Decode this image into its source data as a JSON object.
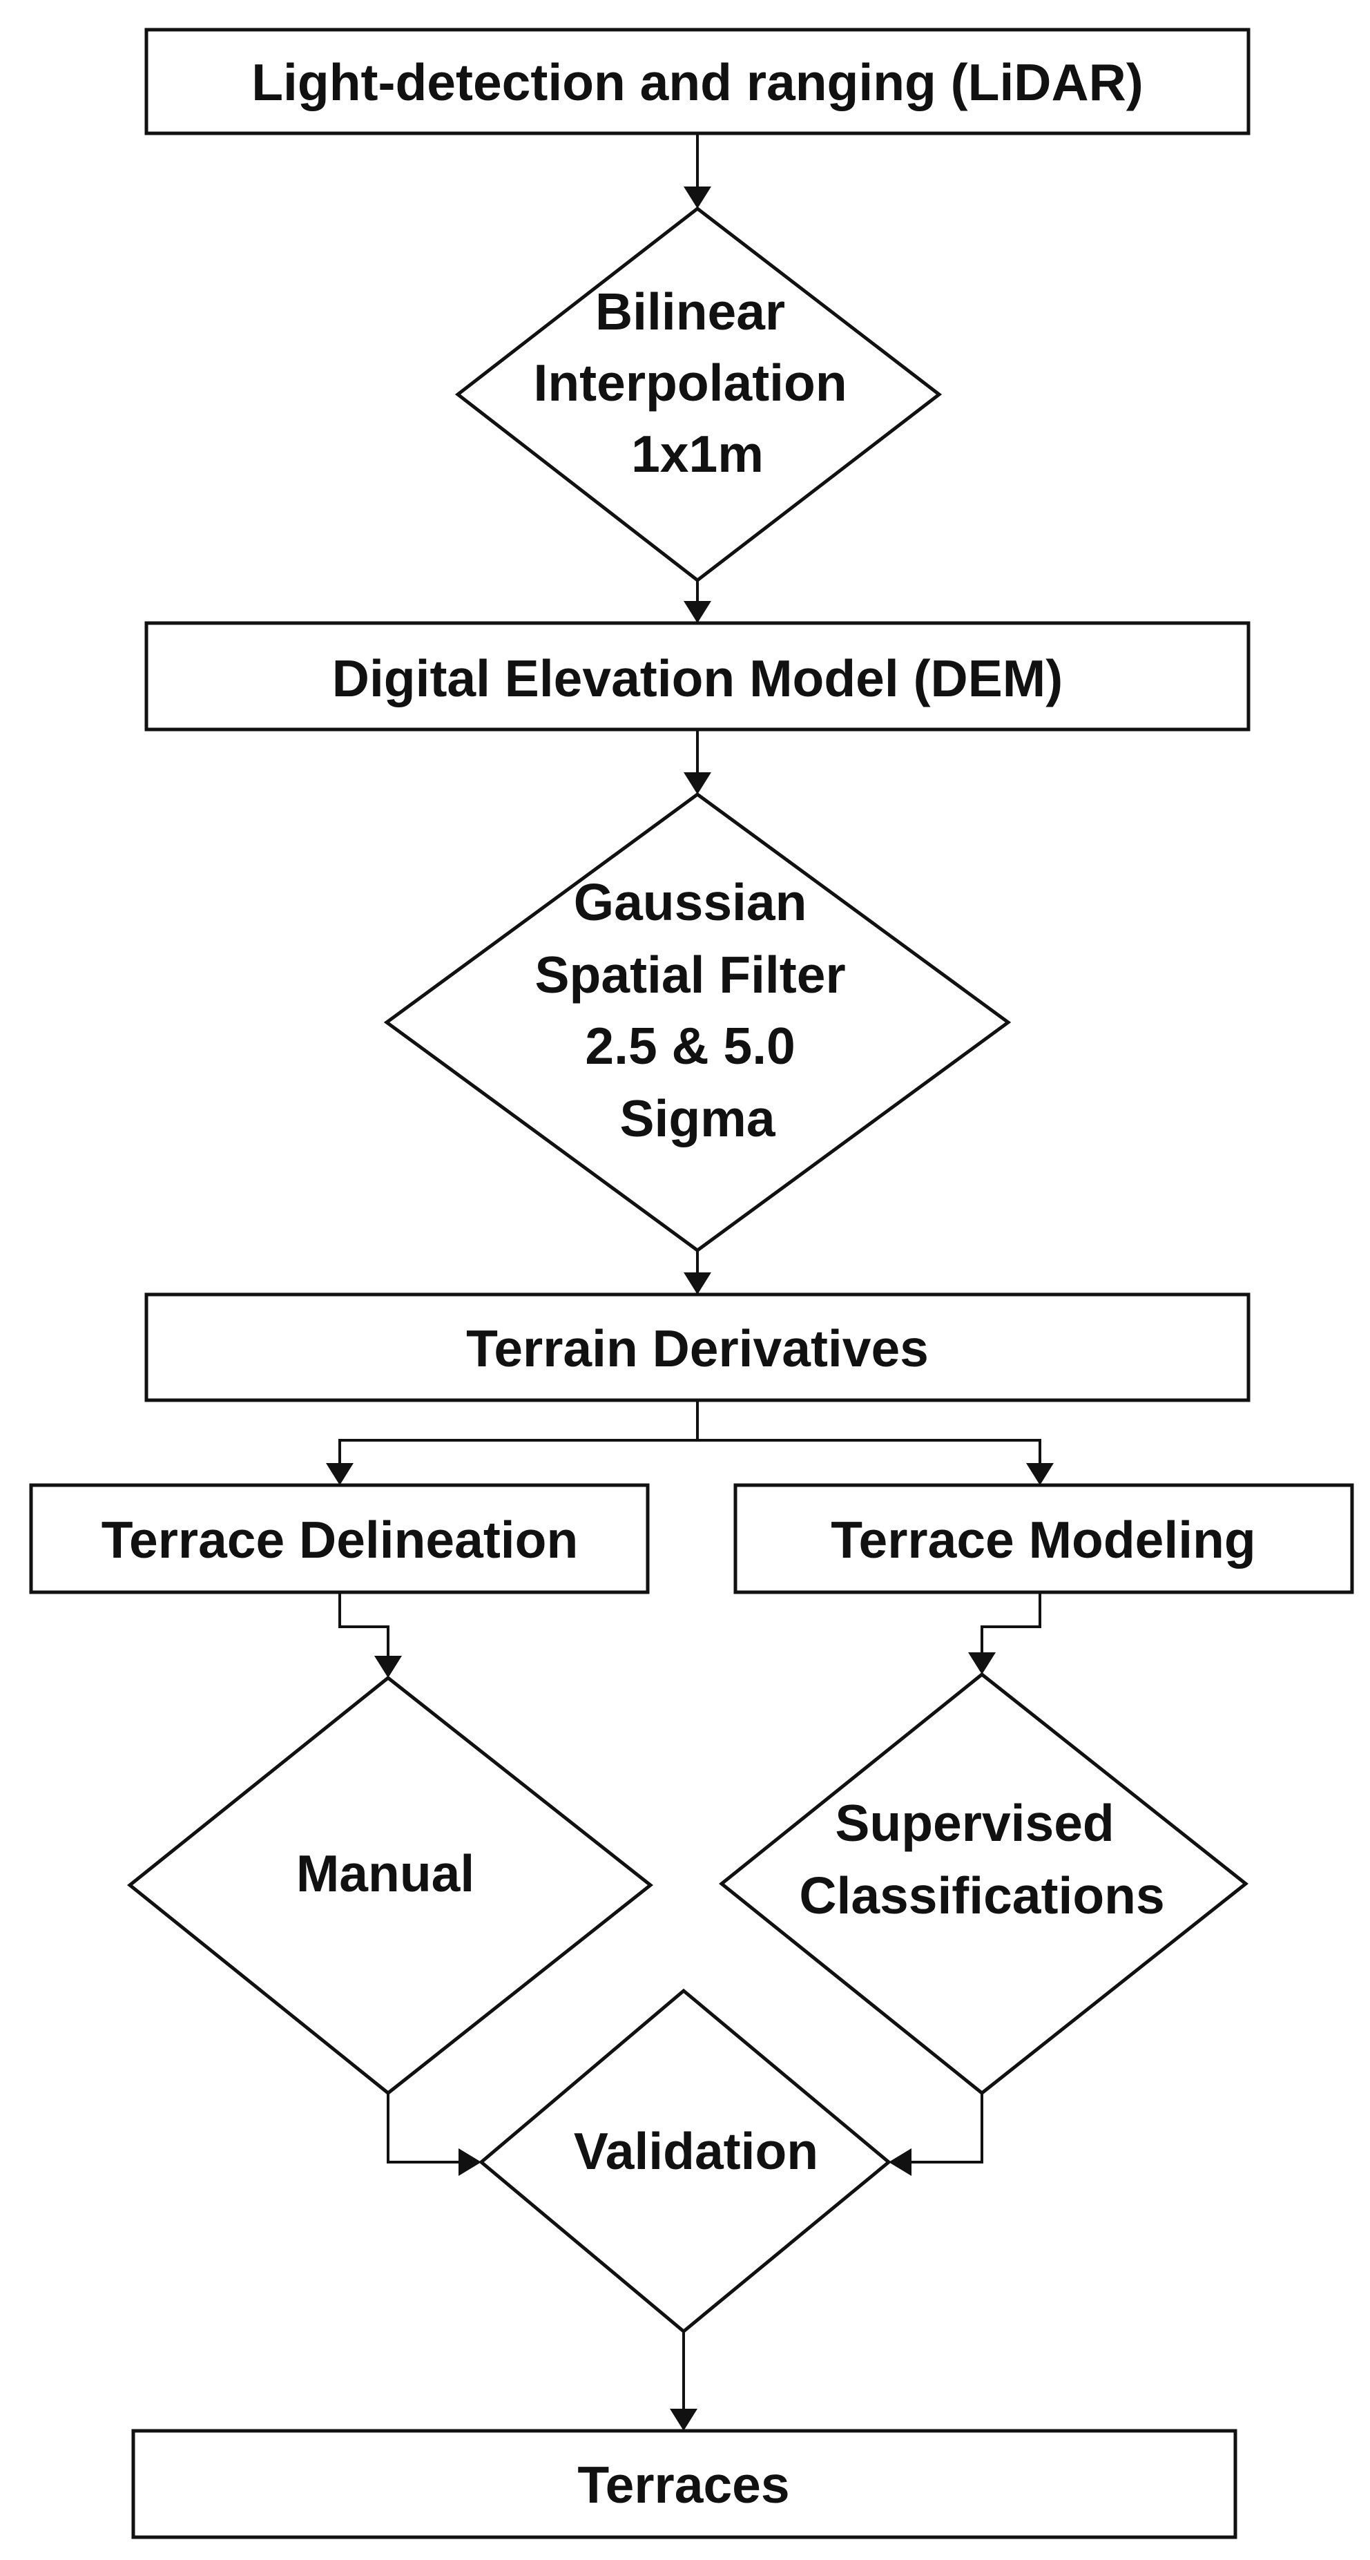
{
  "nodes": {
    "lidar": {
      "label": "Light-detection and ranging (LiDAR)"
    },
    "bilinear": {
      "lines": [
        "Bilinear",
        "Interpolation",
        "1x1m"
      ]
    },
    "dem": {
      "label": "Digital Elevation Model (DEM)"
    },
    "gaussian": {
      "lines": [
        "Gaussian",
        "Spatial Filter",
        "2.5 & 5.0",
        "Sigma"
      ]
    },
    "terrain": {
      "label": "Terrain Derivatives"
    },
    "delineation": {
      "label": "Terrace Delineation"
    },
    "modeling": {
      "label": "Terrace Modeling"
    },
    "manual": {
      "label": "Manual"
    },
    "supervised": {
      "lines": [
        "Supervised",
        "Classifications"
      ]
    },
    "validation": {
      "label": "Validation"
    },
    "terraces": {
      "label": "Terraces"
    }
  }
}
